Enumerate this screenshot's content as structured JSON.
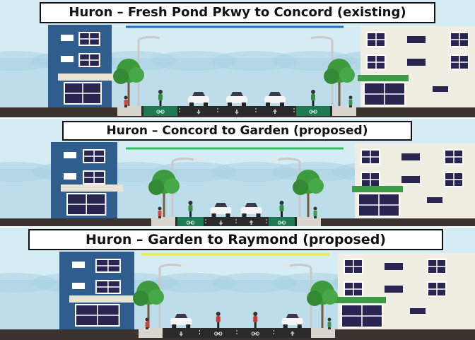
{
  "panels": [
    {
      "title": "Huron – Fresh Pond Pkwy to Concord (existing)",
      "accent_color": "#1f6fc8",
      "cross_section": [
        "sidewalk",
        "bike-lane",
        "car",
        "car",
        "car",
        "bike-lane",
        "sidewalk"
      ]
    },
    {
      "title": "Huron – Concord to Garden (proposed)",
      "accent_color": "#2fc25a",
      "cross_section": [
        "sidewalk",
        "bike-lane",
        "car",
        "car",
        "bike-lane",
        "sidewalk"
      ]
    },
    {
      "title": "Huron – Garden to Raymond (proposed)",
      "accent_color": "#ecec30",
      "cross_section": [
        "sidewalk",
        "car",
        "shared-lane-bike",
        "shared-lane-bike",
        "car",
        "sidewalk"
      ]
    }
  ],
  "colors": {
    "sky": "#d6ecf4",
    "cloud": "#a9d1e4",
    "blue_building": "#2f5d8e",
    "cream_building": "#f0ede2",
    "awning": "#3f9a47",
    "asphalt": "#2a2a2a",
    "bike_lane": "#1e7a52",
    "sidewalk": "#d8d6cf",
    "tree": "#3d9b3d"
  }
}
